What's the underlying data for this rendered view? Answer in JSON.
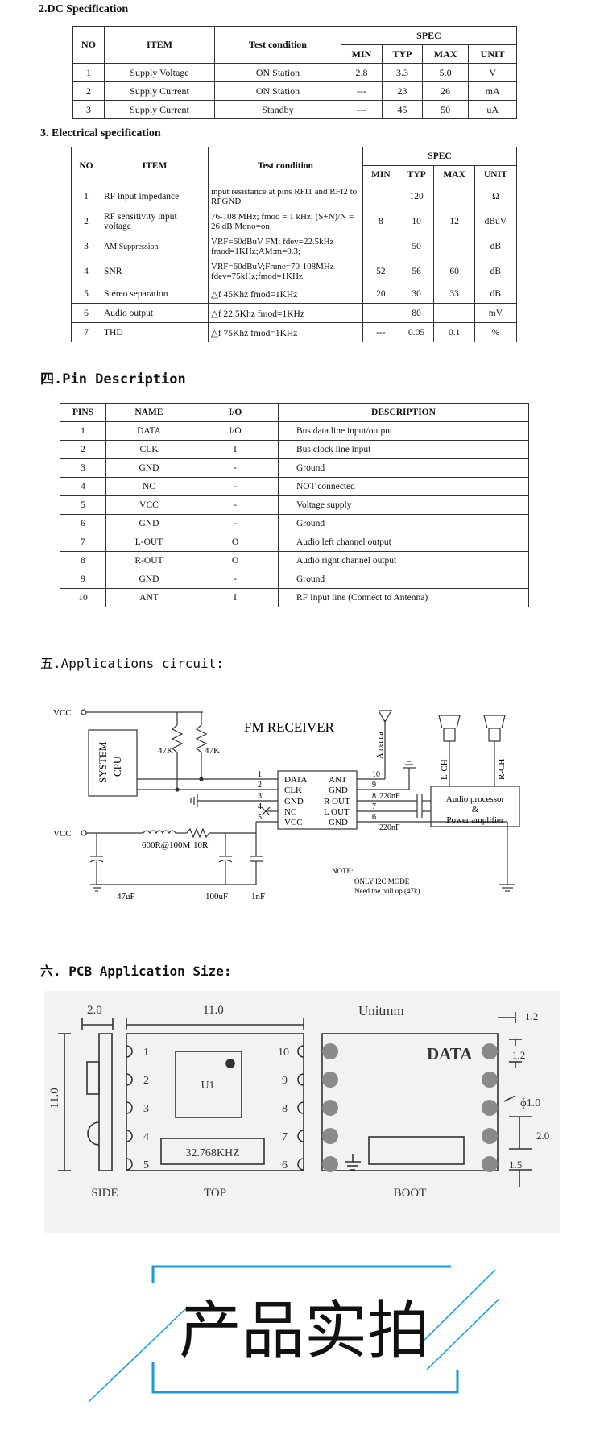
{
  "dc": {
    "title": "2.DC Specification",
    "headers": {
      "no": "NO",
      "item": "ITEM",
      "cond": "Test condition",
      "spec": "SPEC",
      "min": "MIN",
      "typ": "TYP",
      "max": "MAX",
      "unit": "UNIT"
    },
    "rows": [
      {
        "no": "1",
        "item": "Supply Voltage",
        "cond": "ON Station",
        "min": "2.8",
        "typ": "3.3",
        "max": "5.0",
        "unit": "V"
      },
      {
        "no": "2",
        "item": "Supply Current",
        "cond": "ON Station",
        "min": "---",
        "typ": "23",
        "max": "26",
        "unit": "mA"
      },
      {
        "no": "3",
        "item": "Supply Current",
        "cond": "Standby",
        "min": "---",
        "typ": "45",
        "max": "50",
        "unit": "uA"
      }
    ]
  },
  "elec": {
    "title": "3. Electrical specification",
    "headers": {
      "no": "NO",
      "item": "ITEM",
      "cond": "Test condition",
      "spec": "SPEC",
      "min": "MIN",
      "typ": "TYP",
      "max": "MAX",
      "unit": "UNIT"
    },
    "rows": [
      {
        "no": "1",
        "item": "RF input impedance",
        "cond": "input resistance at pins RFI1 and RFI2 to RFGND",
        "min": "",
        "typ": "120",
        "max": "",
        "unit": "Ω"
      },
      {
        "no": "2",
        "item": "RF sensitivity input voltage",
        "cond": "76-108 MHz; fmod = 1 kHz; (S+N)/N = 26 dB Mono=on",
        "min": "8",
        "typ": "10",
        "max": "12",
        "unit": "dBuV"
      },
      {
        "no": "3",
        "item": "AM Suppression",
        "cond": "VRF=60dBuV FM: fdev=22.5kHz fmod=1KHz;AM:m=0.3;",
        "min": "",
        "typ": "50",
        "max": "",
        "unit": "dB"
      },
      {
        "no": "4",
        "item": "SNR",
        "cond": "VRF=60dBuV;Frune=70-108MHz fdev=75kHz;fmod=1KHz",
        "min": "52",
        "typ": "56",
        "max": "60",
        "unit": "dB"
      },
      {
        "no": "5",
        "item": "Stereo separation",
        "cond": "△f 45Khz fmod=1KHz",
        "min": "20",
        "typ": "30",
        "max": "33",
        "unit": "dB"
      },
      {
        "no": "6",
        "item": "Audio output",
        "cond": "△f 22.5Khz fmod=1KHz",
        "min": "",
        "typ": "80",
        "max": "",
        "unit": "mV"
      },
      {
        "no": "7",
        "item": "THD",
        "cond": "△f 75Khz fmod=1KHz",
        "min": "---",
        "typ": "0.05",
        "max": "0.1",
        "unit": "%"
      }
    ]
  },
  "pins": {
    "title": "四.Pin Description",
    "headers": {
      "pins": "PINS",
      "name": "NAME",
      "io": "I/O",
      "desc": "DESCRIPTION"
    },
    "rows": [
      {
        "pin": "1",
        "name": "DATA",
        "io": "I/O",
        "desc": "Bus data line input/output"
      },
      {
        "pin": "2",
        "name": "CLK",
        "io": "I",
        "desc": "Bus clock line input"
      },
      {
        "pin": "3",
        "name": "GND",
        "io": "-",
        "desc": "Ground"
      },
      {
        "pin": "4",
        "name": "NC",
        "io": "-",
        "desc": "NOT connected"
      },
      {
        "pin": "5",
        "name": "VCC",
        "io": "-",
        "desc": "Voltage supply"
      },
      {
        "pin": "6",
        "name": "GND",
        "io": "-",
        "desc": "Ground"
      },
      {
        "pin": "7",
        "name": "L-OUT",
        "io": "O",
        "desc": "Audio left channel output"
      },
      {
        "pin": "8",
        "name": "R-OUT",
        "io": "O",
        "desc": "Audio right channel output"
      },
      {
        "pin": "9",
        "name": "GND",
        "io": "-",
        "desc": "Ground"
      },
      {
        "pin": "10",
        "name": "ANT",
        "io": "I",
        "desc": "RF Input line (Connect to Antenna)"
      }
    ]
  },
  "app": {
    "title": "五.Applications circuit:",
    "fm_receiver": "FM RECEIVER",
    "vcc": "VCC",
    "cpu_line1": "SYSTEM",
    "cpu_line2": "CPU",
    "r1": "47K",
    "r2": "47K",
    "antenna": "Antenna",
    "lch": "L-CH",
    "rch": "R-CH",
    "pins_left": [
      "DATA",
      "CLK",
      "GND",
      "NC",
      "VCC"
    ],
    "pins_right": [
      "ANT",
      "GND",
      "R OUT",
      "L OUT",
      "GND"
    ],
    "nums_left": [
      "1",
      "2",
      "3",
      "4",
      "5"
    ],
    "nums_right": [
      "10",
      "9",
      "8",
      "7",
      "6"
    ],
    "cap_top": "220nF",
    "cap_bot": "220nF",
    "proc_line1": "Audio processor",
    "proc_line2": "&",
    "proc_line3": "Power amplifier",
    "inductor": "600R@100M",
    "r3": "10R",
    "c1": "47uF",
    "c2": "100uF",
    "c3": "1nF",
    "note1": "NOTE:",
    "note2": "ONLY I2C MODE",
    "note3": "Need the pull up (47k)"
  },
  "pcb": {
    "title": "六. PCB Application Size:",
    "dim_side": "2.0",
    "dim_top": "11.0",
    "unit": "Unitmm",
    "dim_12a": "1.2",
    "dim_12b": "1.2",
    "dim_height": "11.0",
    "dim_phi": "ɸ1.0",
    "dim_20": "2.0",
    "dim_15": "1.5",
    "u1": "U1",
    "crystal": "32.768KHZ",
    "data": "DATA",
    "label_side": "SIDE",
    "label_top": "TOP",
    "label_boot": "BOOT",
    "pins_left": [
      "1",
      "2",
      "3",
      "4",
      "5"
    ],
    "pins_right": [
      "10",
      "9",
      "8",
      "7",
      "6"
    ]
  },
  "banner": {
    "text": "产品实拍",
    "color": "#1a9ad9"
  }
}
